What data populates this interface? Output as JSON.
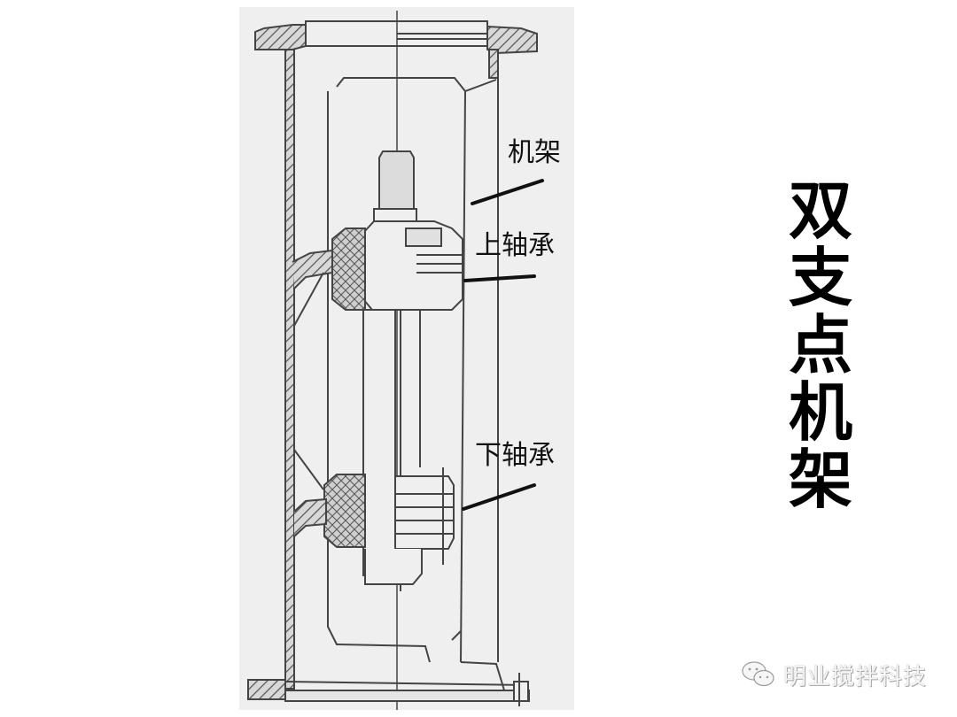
{
  "title": {
    "chars": [
      "双",
      "支",
      "点",
      "机",
      "架"
    ],
    "full": "双支点机架"
  },
  "diagram": {
    "background": "#efefef",
    "line_color": "#444444",
    "callouts": [
      {
        "label": "机架"
      },
      {
        "label": "上轴承"
      },
      {
        "label": "下轴承"
      }
    ]
  },
  "watermark": {
    "icon": "wechat-icon",
    "text": "明业搅拌科技"
  }
}
